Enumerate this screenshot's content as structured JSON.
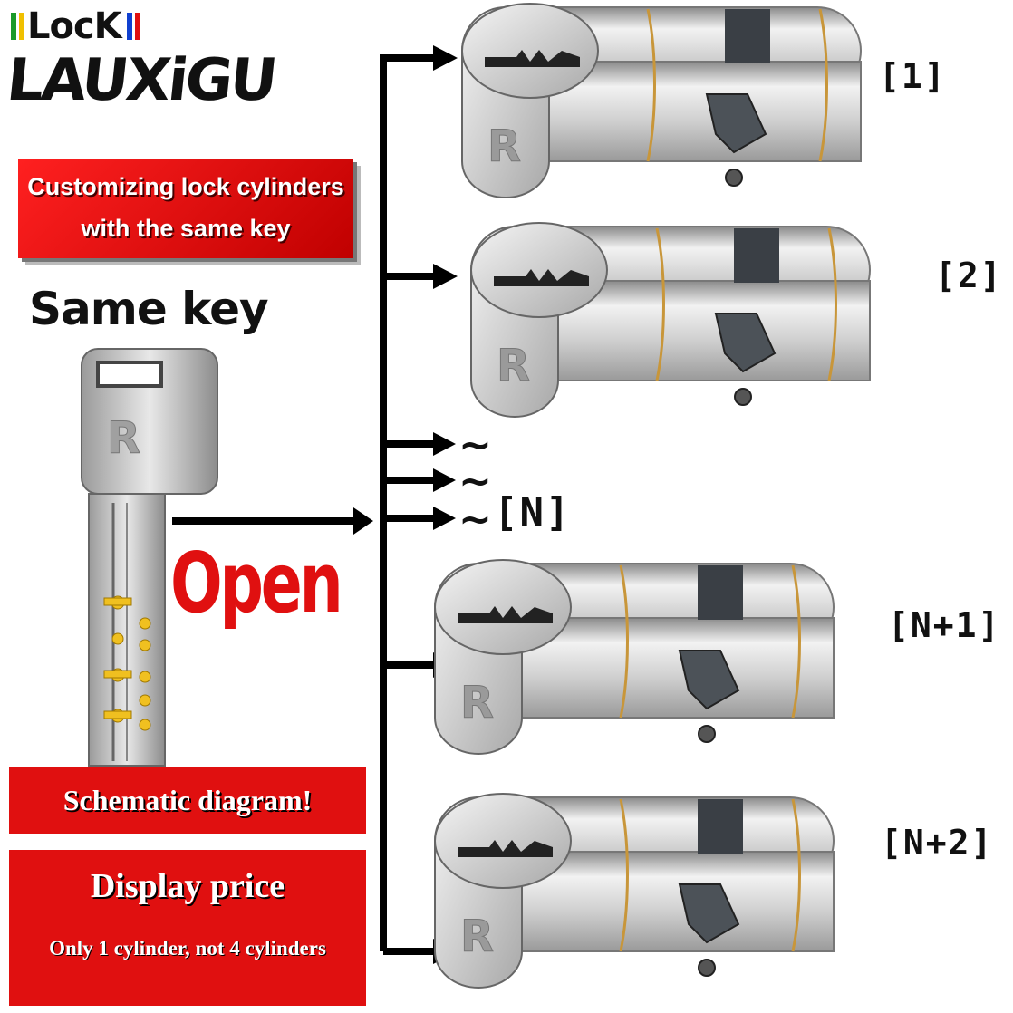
{
  "logo": {
    "top": "LocK",
    "main": "LAUXiGU"
  },
  "banner": {
    "line1": "Customizing lock cylinders",
    "line2": "with the same key"
  },
  "same_key": "Same key",
  "open": "Open",
  "schematic": "Schematic diagram!",
  "price": {
    "title": "Display price",
    "note": "Only 1 cylinder, not 4 cylinders"
  },
  "labels": [
    "[1]",
    "[2]",
    "[N]",
    "[N+1]",
    "[N+2]"
  ],
  "tilde": "~",
  "colors": {
    "accent_red": "#e01010",
    "cylinder_silver": "#c9c9c9",
    "brass": "#c8963a"
  }
}
